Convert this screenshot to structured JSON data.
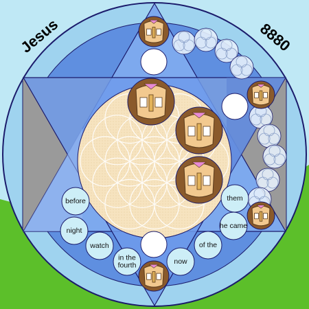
{
  "corner_labels": {
    "left": "Jesus",
    "right": "8880"
  },
  "verse_words": [
    "before",
    "night",
    "watch",
    "in the fourth",
    "now",
    "of the",
    "he came",
    "them"
  ],
  "colors": {
    "sky": "#bfe8f5",
    "grass": "#5cbf2a",
    "outer_ring": "#9fd3ef",
    "mid_blue": "#5f8fe0",
    "inner_blue": "#7da9ee",
    "gray": "#9a9a9a",
    "cream": "#f7e6c4",
    "word_circle": "#cdeef7",
    "figure_brown": "#8a5a2b",
    "figure_face": "#f2c98f",
    "pink": "#e88ad6"
  }
}
